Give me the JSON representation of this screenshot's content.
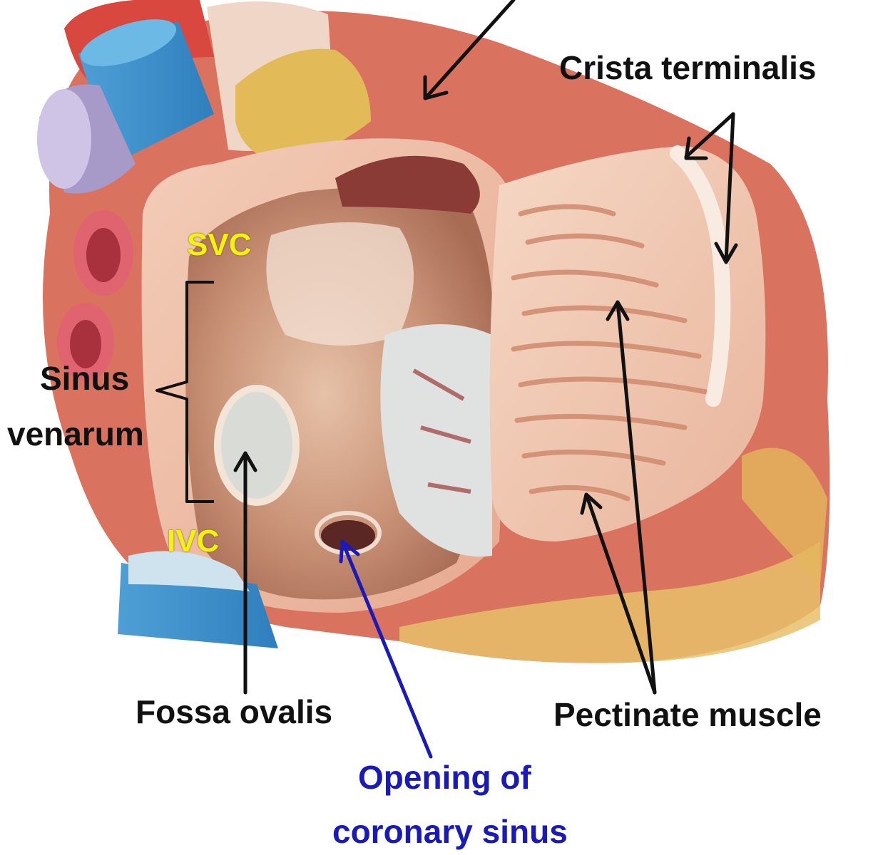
{
  "labels": {
    "crista_terminalis": "Crista terminalis",
    "svc": "SVC",
    "ivc": "IVC",
    "sinus": "Sinus",
    "venarum": "venarum",
    "fossa_ovalis": "Fossa ovalis",
    "pectinate_muscle": "Pectinate muscle",
    "opening_line1": "Opening of",
    "opening_line2": "coronary sinus"
  },
  "colors": {
    "black_label": "#111111",
    "yellow_label": "#f2f20c",
    "blue_label": "#1a1ab8",
    "background": "#ffffff"
  }
}
